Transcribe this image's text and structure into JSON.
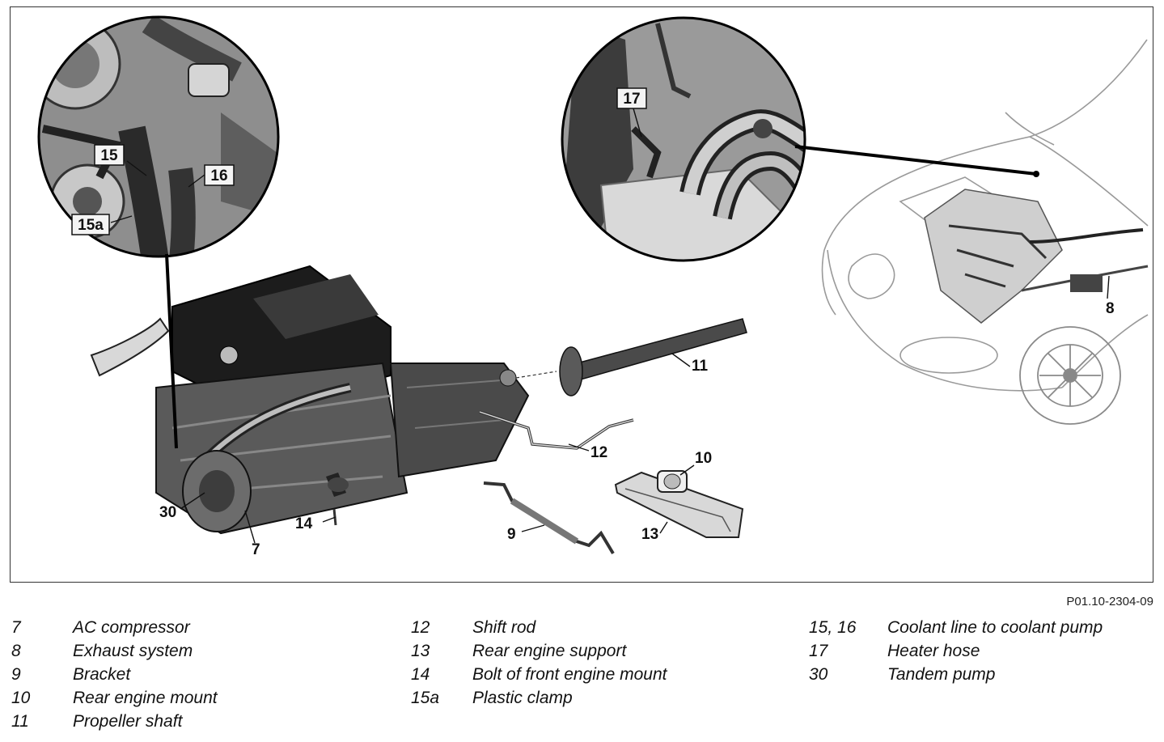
{
  "figure": {
    "code": "P01.10-2304-09",
    "callouts": {
      "c7": "7",
      "c8": "8",
      "c9": "9",
      "c10": "10",
      "c11": "11",
      "c12": "12",
      "c13": "13",
      "c14": "14",
      "c15": "15",
      "c15a": "15a",
      "c16": "16",
      "c17": "17",
      "c30": "30"
    }
  },
  "legend": {
    "col1": [
      {
        "num": "7",
        "desc": "AC compressor"
      },
      {
        "num": "8",
        "desc": "Exhaust system"
      },
      {
        "num": "9",
        "desc": "Bracket"
      },
      {
        "num": "10",
        "desc": "Rear engine mount"
      },
      {
        "num": "11",
        "desc": "Propeller shaft"
      }
    ],
    "col2": [
      {
        "num": "12",
        "desc": "Shift rod"
      },
      {
        "num": "13",
        "desc": "Rear engine support"
      },
      {
        "num": "14",
        "desc": "Bolt of front engine mount"
      },
      {
        "num": "15a",
        "desc": "Plastic clamp"
      }
    ],
    "col3": [
      {
        "num": "15, 16",
        "desc": "Coolant line to coolant pump"
      },
      {
        "num": "17",
        "desc": "Heater hose"
      },
      {
        "num": "30",
        "desc": "Tandem pump"
      }
    ]
  }
}
